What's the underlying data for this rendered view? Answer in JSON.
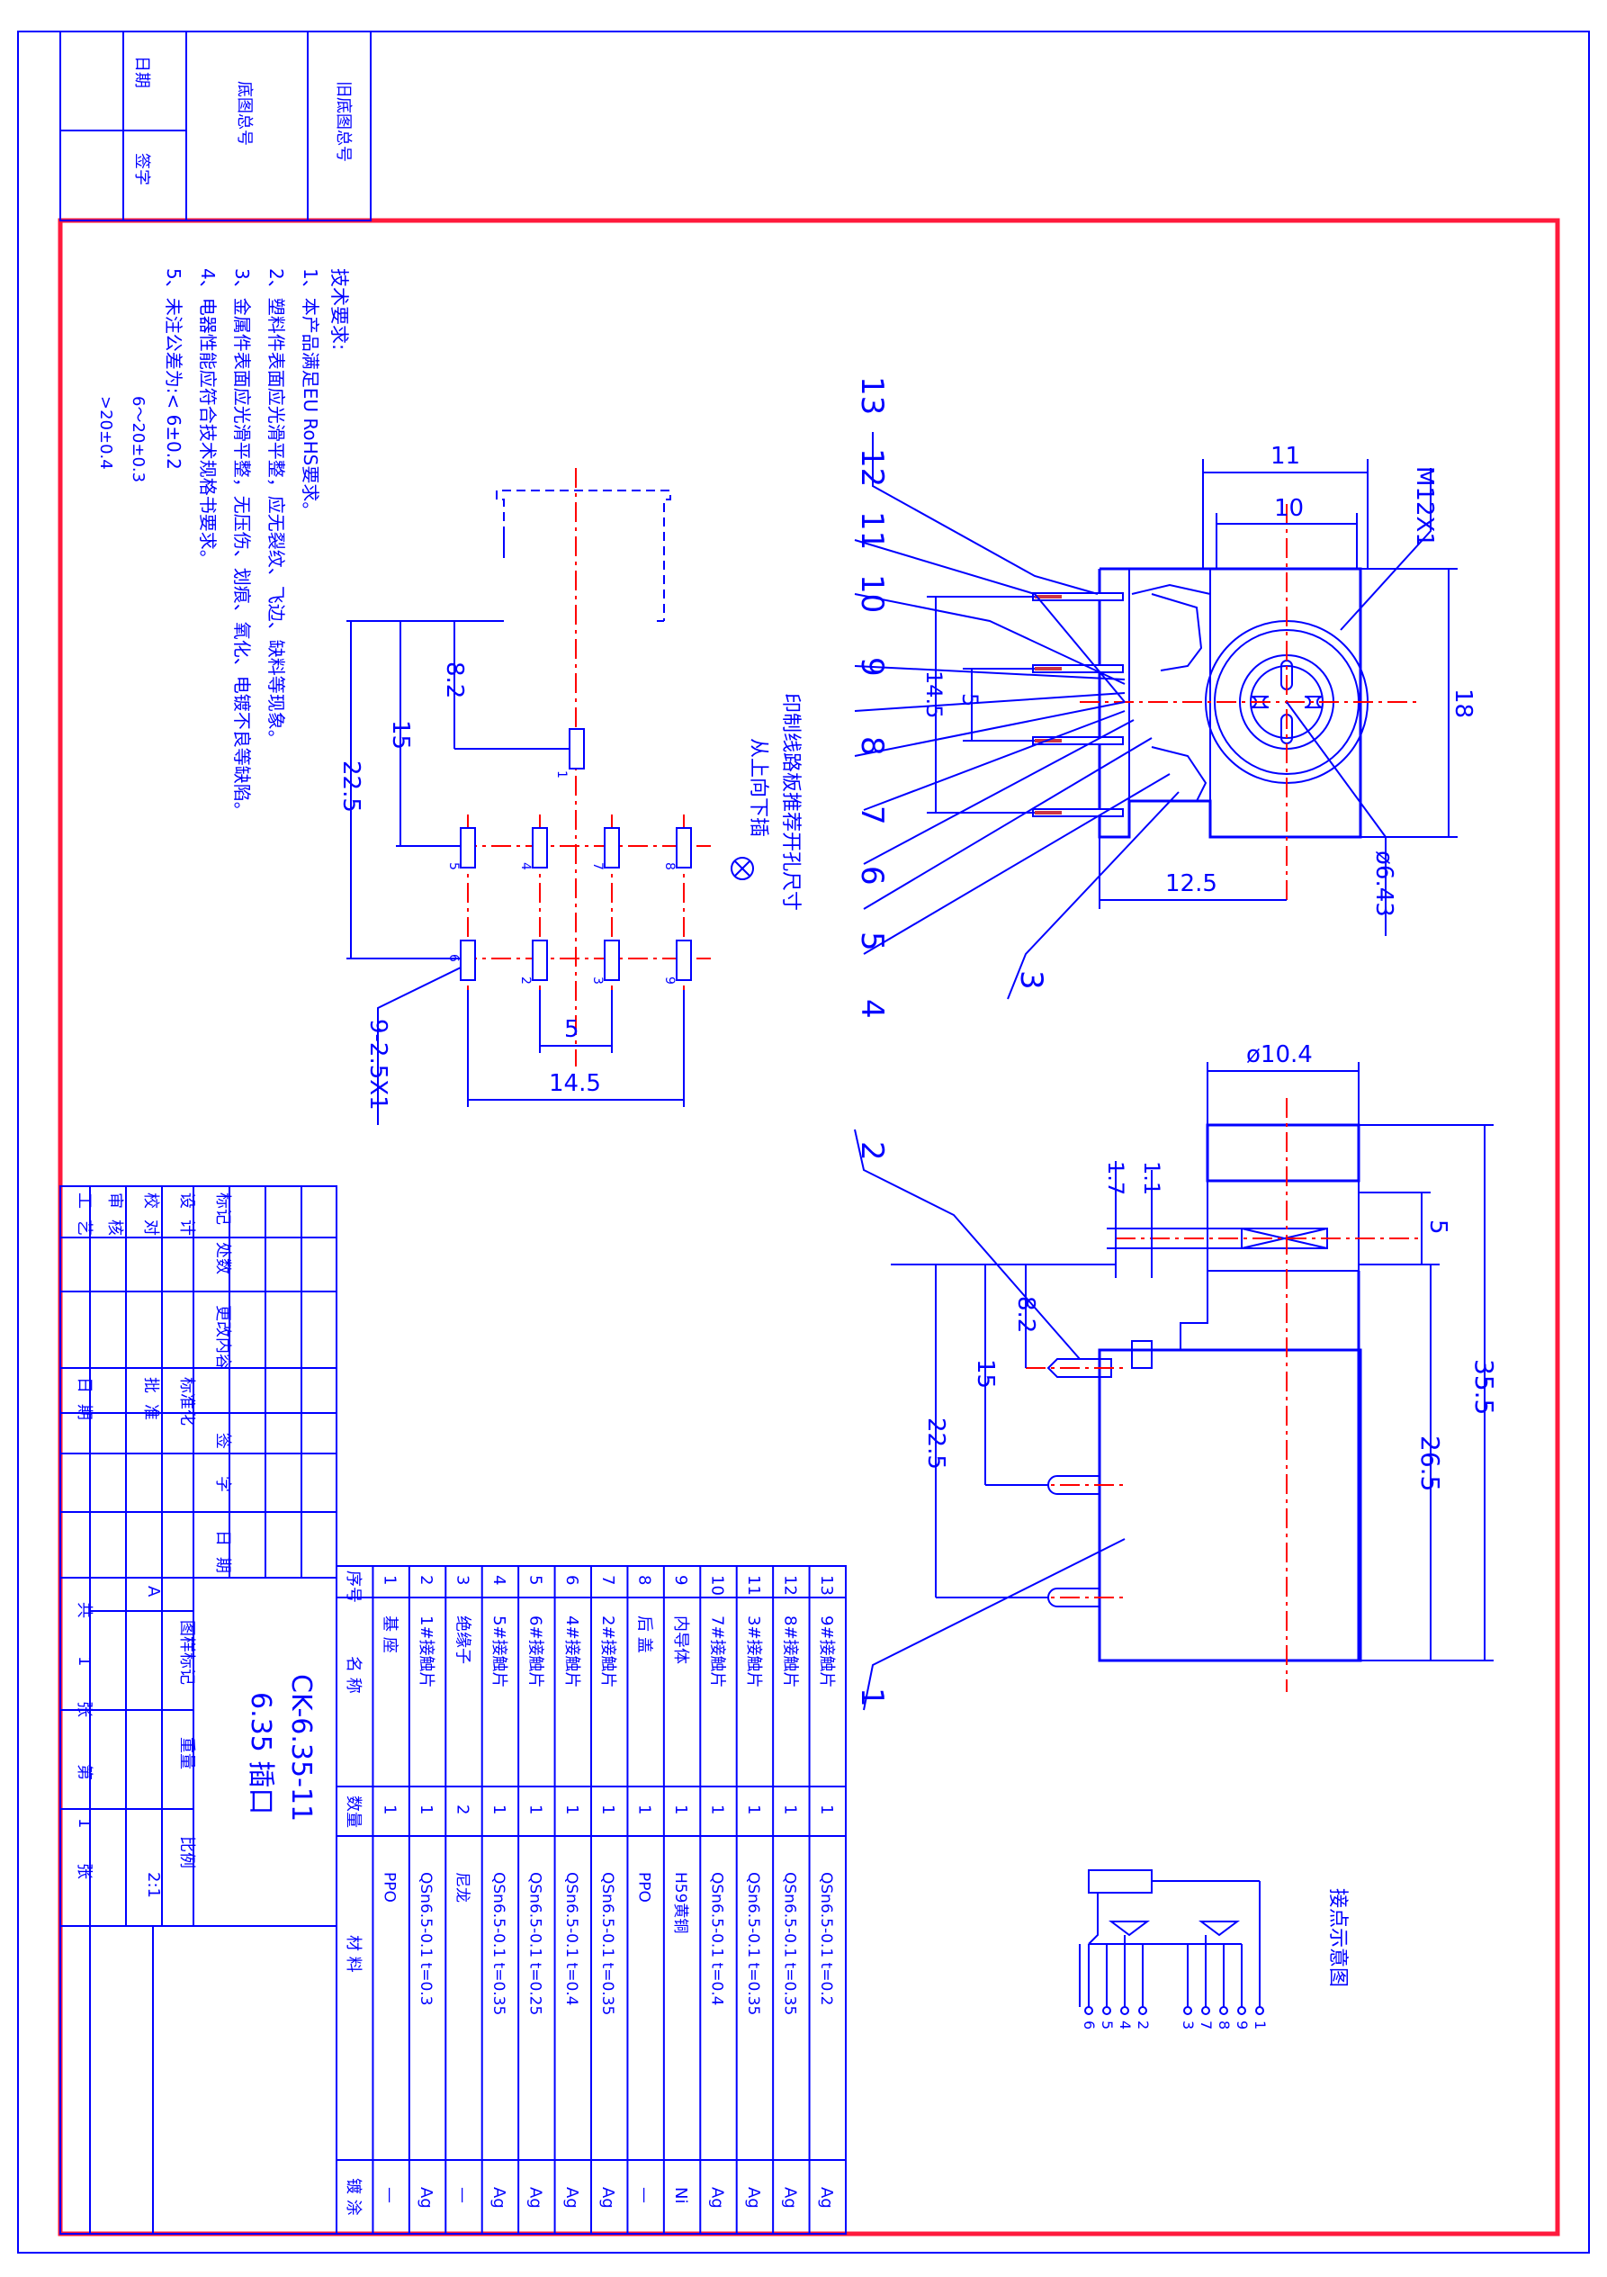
{
  "header": {
    "old_base_no": "旧底图总号",
    "base_no": "底图总号",
    "date": "日期",
    "sign": "签字"
  },
  "tech": {
    "title": "技术要求:",
    "items": [
      "1、本产品满足EU RoHS要求。",
      "2、塑料件表面应光滑平整，应无裂纹、飞边、缺料等现象。",
      "3、金属件表面应光滑平整，无压伤、划痕、氧化、电镀不良等缺陷。",
      "4、电器性能应符合技术规格书要求。",
      "5、未注公差为:< 6±0.2"
    ],
    "tol2": "6～20±0.3",
    "tol3": ">20±0.4"
  },
  "pcb": {
    "d_8_2": "8.2",
    "d_15": "15",
    "d_22_5": "22.5",
    "d_5": "5",
    "d_14_5": "14.5",
    "holes": "9-2.5X1",
    "pin_labels": [
      "1",
      "5",
      "4",
      "7",
      "8",
      "6",
      "2",
      "3",
      "9"
    ],
    "note1": "印制线路板推荐开孔尺寸",
    "note2": "从上向下插"
  },
  "front": {
    "callouts": [
      "13",
      "12",
      "11",
      "10",
      "9",
      "8",
      "7",
      "6",
      "5",
      "4",
      "3"
    ],
    "d_11": "11",
    "d_10": "10",
    "thread": "M12X1",
    "d_18": "18",
    "d_14_5": "14.5",
    "d_5": "5",
    "d_12_5": "12.5",
    "d_6_43": "ø6.43"
  },
  "side": {
    "d_10_4": "ø10.4",
    "d_1_1": "1.1",
    "d_1_7": "1.7",
    "d_5": "5",
    "d_8_2": "8.2",
    "d_15": "15",
    "d_22_5": "22.5",
    "d_35_5": "35.5",
    "d_26_5": "26.5",
    "callouts": [
      "2",
      "1"
    ]
  },
  "schematic": {
    "title": "接点示意图",
    "pins": [
      "1",
      "9",
      "8",
      "7",
      "3",
      "2",
      "4",
      "5",
      "6"
    ]
  },
  "revision": {
    "cols": [
      "标记",
      "处数",
      "更改内容",
      "签",
      "字",
      "日",
      "期"
    ],
    "rows": [
      [
        "设",
        "计"
      ],
      [
        "校",
        "对"
      ],
      [
        "审",
        "核"
      ],
      [
        "工",
        "艺"
      ]
    ],
    "right": [
      "标准化",
      "批",
      "准",
      "日",
      "期"
    ]
  },
  "title_block": {
    "code": "CK-6.35-11",
    "name": "6.35 插口",
    "labels": [
      "图样标记",
      "重量",
      "比例"
    ],
    "mark": "A",
    "scale": "2:1",
    "sheets": [
      "共",
      "1",
      "张",
      "第",
      "1",
      "张"
    ]
  },
  "bom": {
    "headers": [
      "序号",
      "名 称",
      "数量",
      "材 料",
      "镀 涂"
    ],
    "rows": [
      [
        "13",
        "9#接触片",
        "1",
        "QSn6.5-0.1 t=0.2",
        "Ag"
      ],
      [
        "12",
        "8#接触片",
        "1",
        "QSn6.5-0.1 t=0.35",
        "Ag"
      ],
      [
        "11",
        "3#接触片",
        "1",
        "QSn6.5-0.1 t=0.35",
        "Ag"
      ],
      [
        "10",
        "7#接触片",
        "1",
        "QSn6.5-0.1 t=0.4",
        "Ag"
      ],
      [
        "9",
        "内导体",
        "1",
        "H59黄铜",
        "Ni"
      ],
      [
        "8",
        "后 盖",
        "1",
        "PPO",
        "—"
      ],
      [
        "7",
        "2#接触片",
        "1",
        "QSn6.5-0.1 t=0.35",
        "Ag"
      ],
      [
        "6",
        "4#接触片",
        "1",
        "QSn6.5-0.1 t=0.4",
        "Ag"
      ],
      [
        "5",
        "6#接触片",
        "1",
        "QSn6.5-0.1 t=0.25",
        "Ag"
      ],
      [
        "4",
        "5#接触片",
        "1",
        "QSn6.5-0.1 t=0.35",
        "Ag"
      ],
      [
        "3",
        "绝缘子",
        "2",
        "尼龙",
        "—"
      ],
      [
        "2",
        "1#接触片",
        "1",
        "QSn6.5-0.1 t=0.3",
        "Ag"
      ],
      [
        "1",
        "基 座",
        "1",
        "PPO",
        "—"
      ]
    ]
  }
}
